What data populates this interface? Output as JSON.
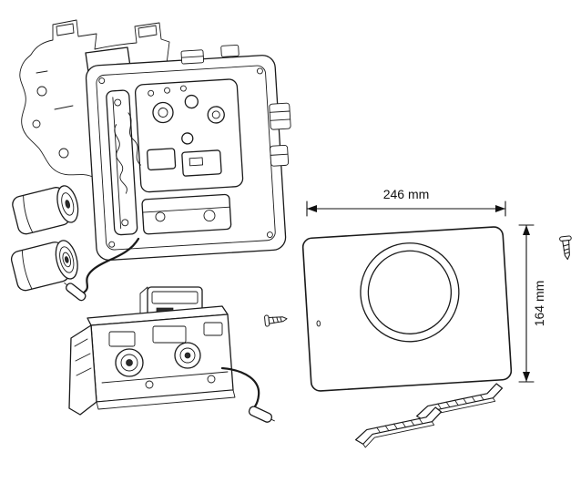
{
  "diagram": {
    "background": "#ffffff",
    "line_color": "#1a1a1a",
    "dimensions": {
      "width_label": "246 mm",
      "height_label": "164 mm"
    },
    "parts": [
      {
        "name": "protection-box-back-plate"
      },
      {
        "name": "mechanism-frame-assembly"
      },
      {
        "name": "battery-top"
      },
      {
        "name": "battery-bottom"
      },
      {
        "name": "drive-unit-module"
      },
      {
        "name": "connection-cable-top"
      },
      {
        "name": "connection-cable-bottom"
      },
      {
        "name": "flush-actuator-plate"
      },
      {
        "name": "actuator-button-ring"
      },
      {
        "name": "fastening-screw-left"
      },
      {
        "name": "fastening-screw-right"
      },
      {
        "name": "mounting-bracket-front"
      },
      {
        "name": "mounting-bracket-back"
      }
    ]
  }
}
